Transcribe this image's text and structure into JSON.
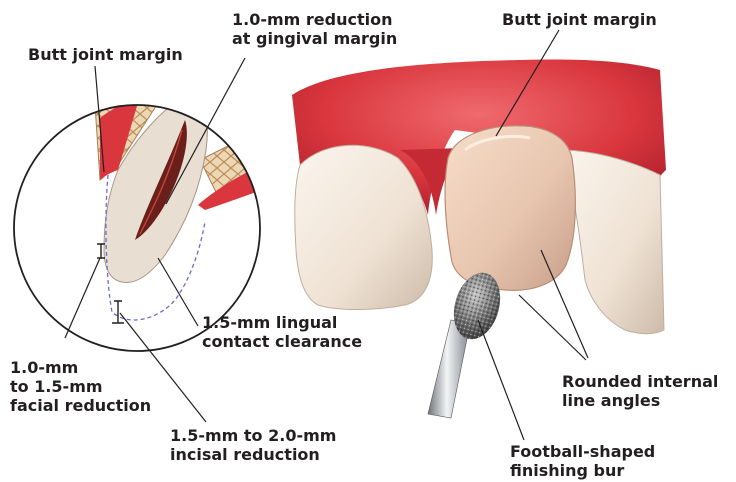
{
  "labels": {
    "butt_joint_left": [
      "Butt joint margin"
    ],
    "reduction_gingival": [
      "1.0-mm reduction",
      "at gingival margin"
    ],
    "butt_joint_right": [
      "Butt joint margin"
    ],
    "lingual_clearance": [
      "1.5-mm lingual",
      "contact clearance"
    ],
    "facial_reduction": [
      "1.0-mm",
      "to 1.5-mm",
      "facial reduction"
    ],
    "incisal_reduction": [
      "1.5-mm to 2.0-mm",
      "incisal reduction"
    ],
    "internal_angles": [
      "Rounded internal",
      "line angles"
    ],
    "finishing_bur": [
      "Football-shaped",
      "finishing bur"
    ]
  },
  "colors": {
    "gingiva": "#d9363e",
    "gingiva_dark": "#a81e2a",
    "enamel": "#f3e7dc",
    "prep": "#e8c6b0",
    "bone": "#e8cfa6",
    "pulp": "#6a1f1a",
    "dashed_outline": "#6a6ad0",
    "leader": "#231f20"
  }
}
